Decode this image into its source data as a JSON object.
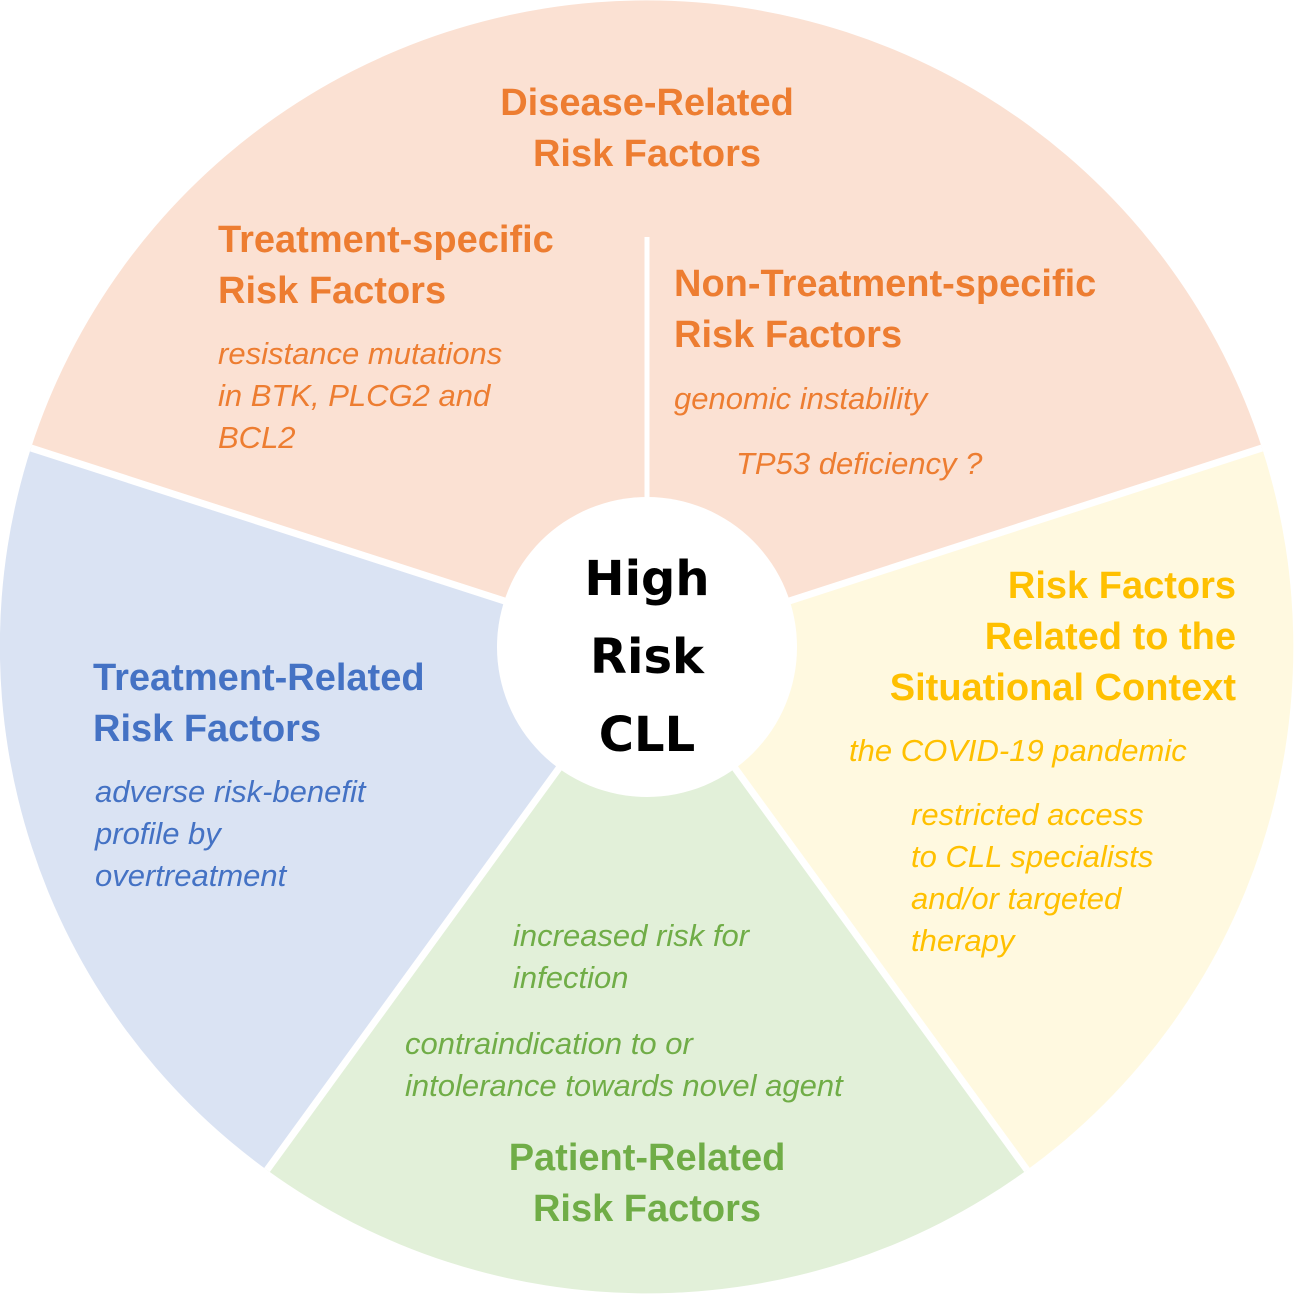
{
  "center": {
    "lines": [
      "High",
      "Risk",
      "CLL"
    ]
  },
  "segments": {
    "disease": {
      "title": [
        "Disease-Related",
        "Risk Factors"
      ],
      "color": "#ed7d31",
      "fill": "#fbe1d3",
      "treatment_specific": {
        "title": [
          "Treatment-specific",
          "Risk Factors"
        ],
        "items": [
          "resistance mutations",
          "in BTK, PLCG2 and",
          "BCL2"
        ]
      },
      "non_treatment_specific": {
        "title": [
          "Non-Treatment-specific",
          "Risk Factors"
        ],
        "items": [
          "genomic instability",
          "TP53 deficiency ?"
        ]
      }
    },
    "treatment": {
      "title": [
        "Treatment-Related",
        "Risk Factors"
      ],
      "color": "#4472c4",
      "fill": "#dae3f3",
      "items": [
        "adverse risk-benefit",
        "profile by",
        "overtreatment"
      ]
    },
    "patient": {
      "title": [
        "Patient-Related",
        "Risk Factors"
      ],
      "color": "#70ad47",
      "fill": "#e2f0d9",
      "items": [
        [
          "increased risk for",
          "infection"
        ],
        [
          "contraindication to or",
          "intolerance towards novel agent"
        ]
      ]
    },
    "situational": {
      "title": [
        "Risk Factors",
        "Related to the",
        "Situational Context"
      ],
      "color": "#ffc000",
      "fill": "#fff9e0",
      "items": [
        [
          "the COVID-19 pandemic"
        ],
        [
          "restricted access",
          "to CLL specialists",
          "and/or targeted",
          "therapy"
        ]
      ]
    }
  }
}
